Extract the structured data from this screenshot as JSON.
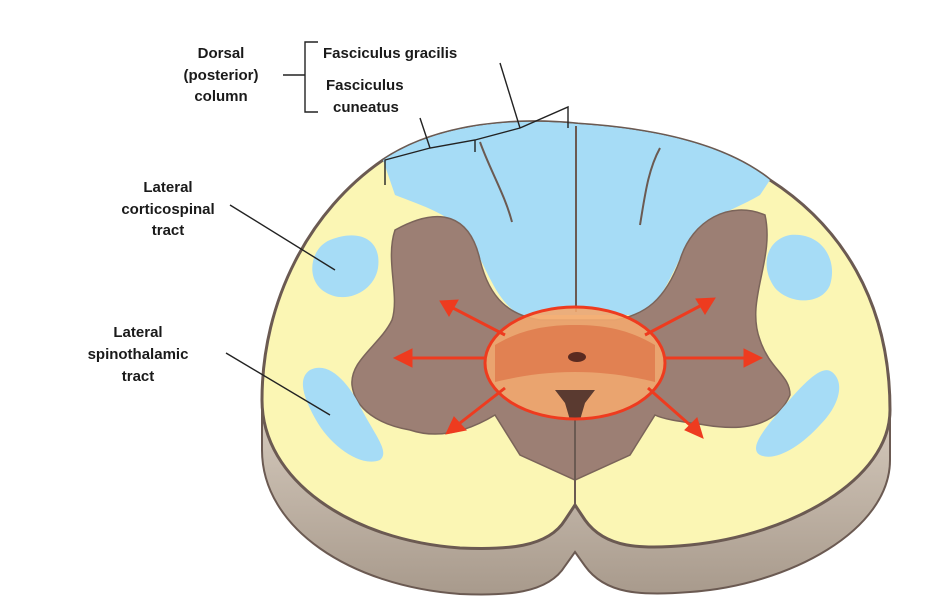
{
  "title": "Spinal cord cross-section with central cord lesion",
  "labels": {
    "dorsal_column": [
      "Dorsal",
      "(posterior)",
      "column"
    ],
    "fasciculus_gracilis": [
      "Fasciculus gracilis"
    ],
    "fasciculus_cuneatus": [
      "Fasciculus",
      "cuneatus"
    ],
    "lateral_corticospinal": [
      "Lateral",
      "corticospinal",
      "tract"
    ],
    "lateral_spinothalamic": [
      "Lateral",
      "spinothalamic",
      "tract"
    ]
  },
  "colors": {
    "white_matter": "#fbf6b4",
    "gray_matter": "#9c7f74",
    "tract": "#a6dcf6",
    "lesion_outline": "#ee3b1f",
    "lesion_fill": "#f08a5a",
    "arrow": "#ee3b1f",
    "side_surface": "#c8bcb0",
    "outline": "#6b5a52"
  },
  "arrows": {
    "count": 6,
    "directions": [
      "up-left",
      "left",
      "down-left",
      "up-right",
      "right",
      "down-right"
    ]
  }
}
